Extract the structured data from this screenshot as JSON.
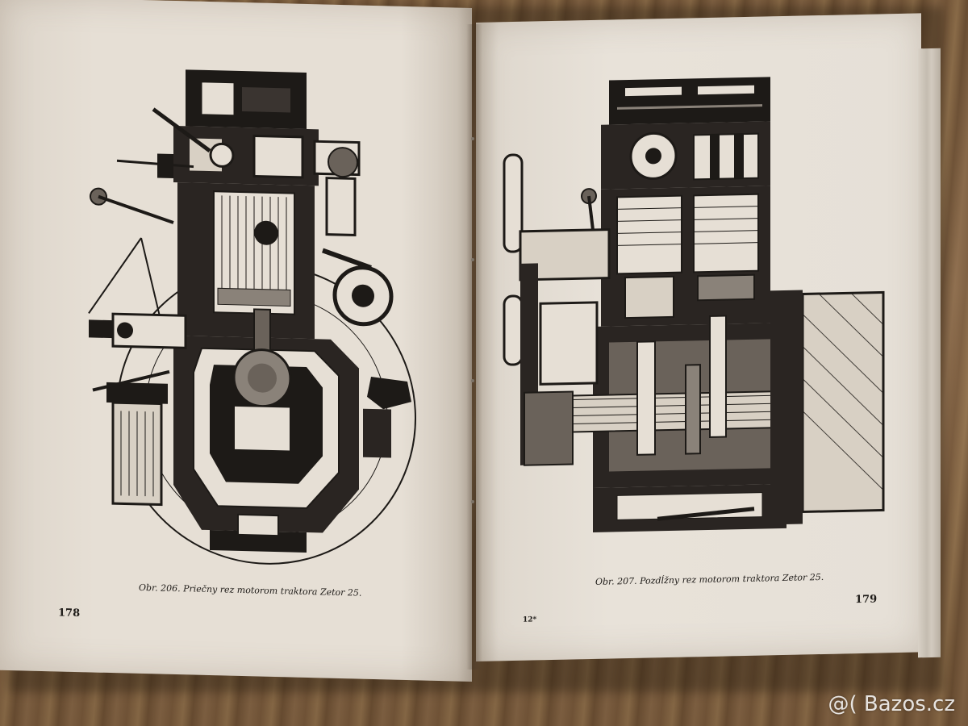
{
  "left_page": {
    "caption": "Obr. 206. Priečny rez motorom traktora Zetor 25.",
    "page_number": "178"
  },
  "right_page": {
    "caption": "Obr. 207. Pozdĺžny rez motorom traktora Zetor 25.",
    "page_number": "179",
    "signature_mark": "12*"
  },
  "watermark": "@( Bazos.cz",
  "colors": {
    "paper": "#e6dfd5",
    "ink": "#1d1a17",
    "wood": "#8a6a4a"
  }
}
